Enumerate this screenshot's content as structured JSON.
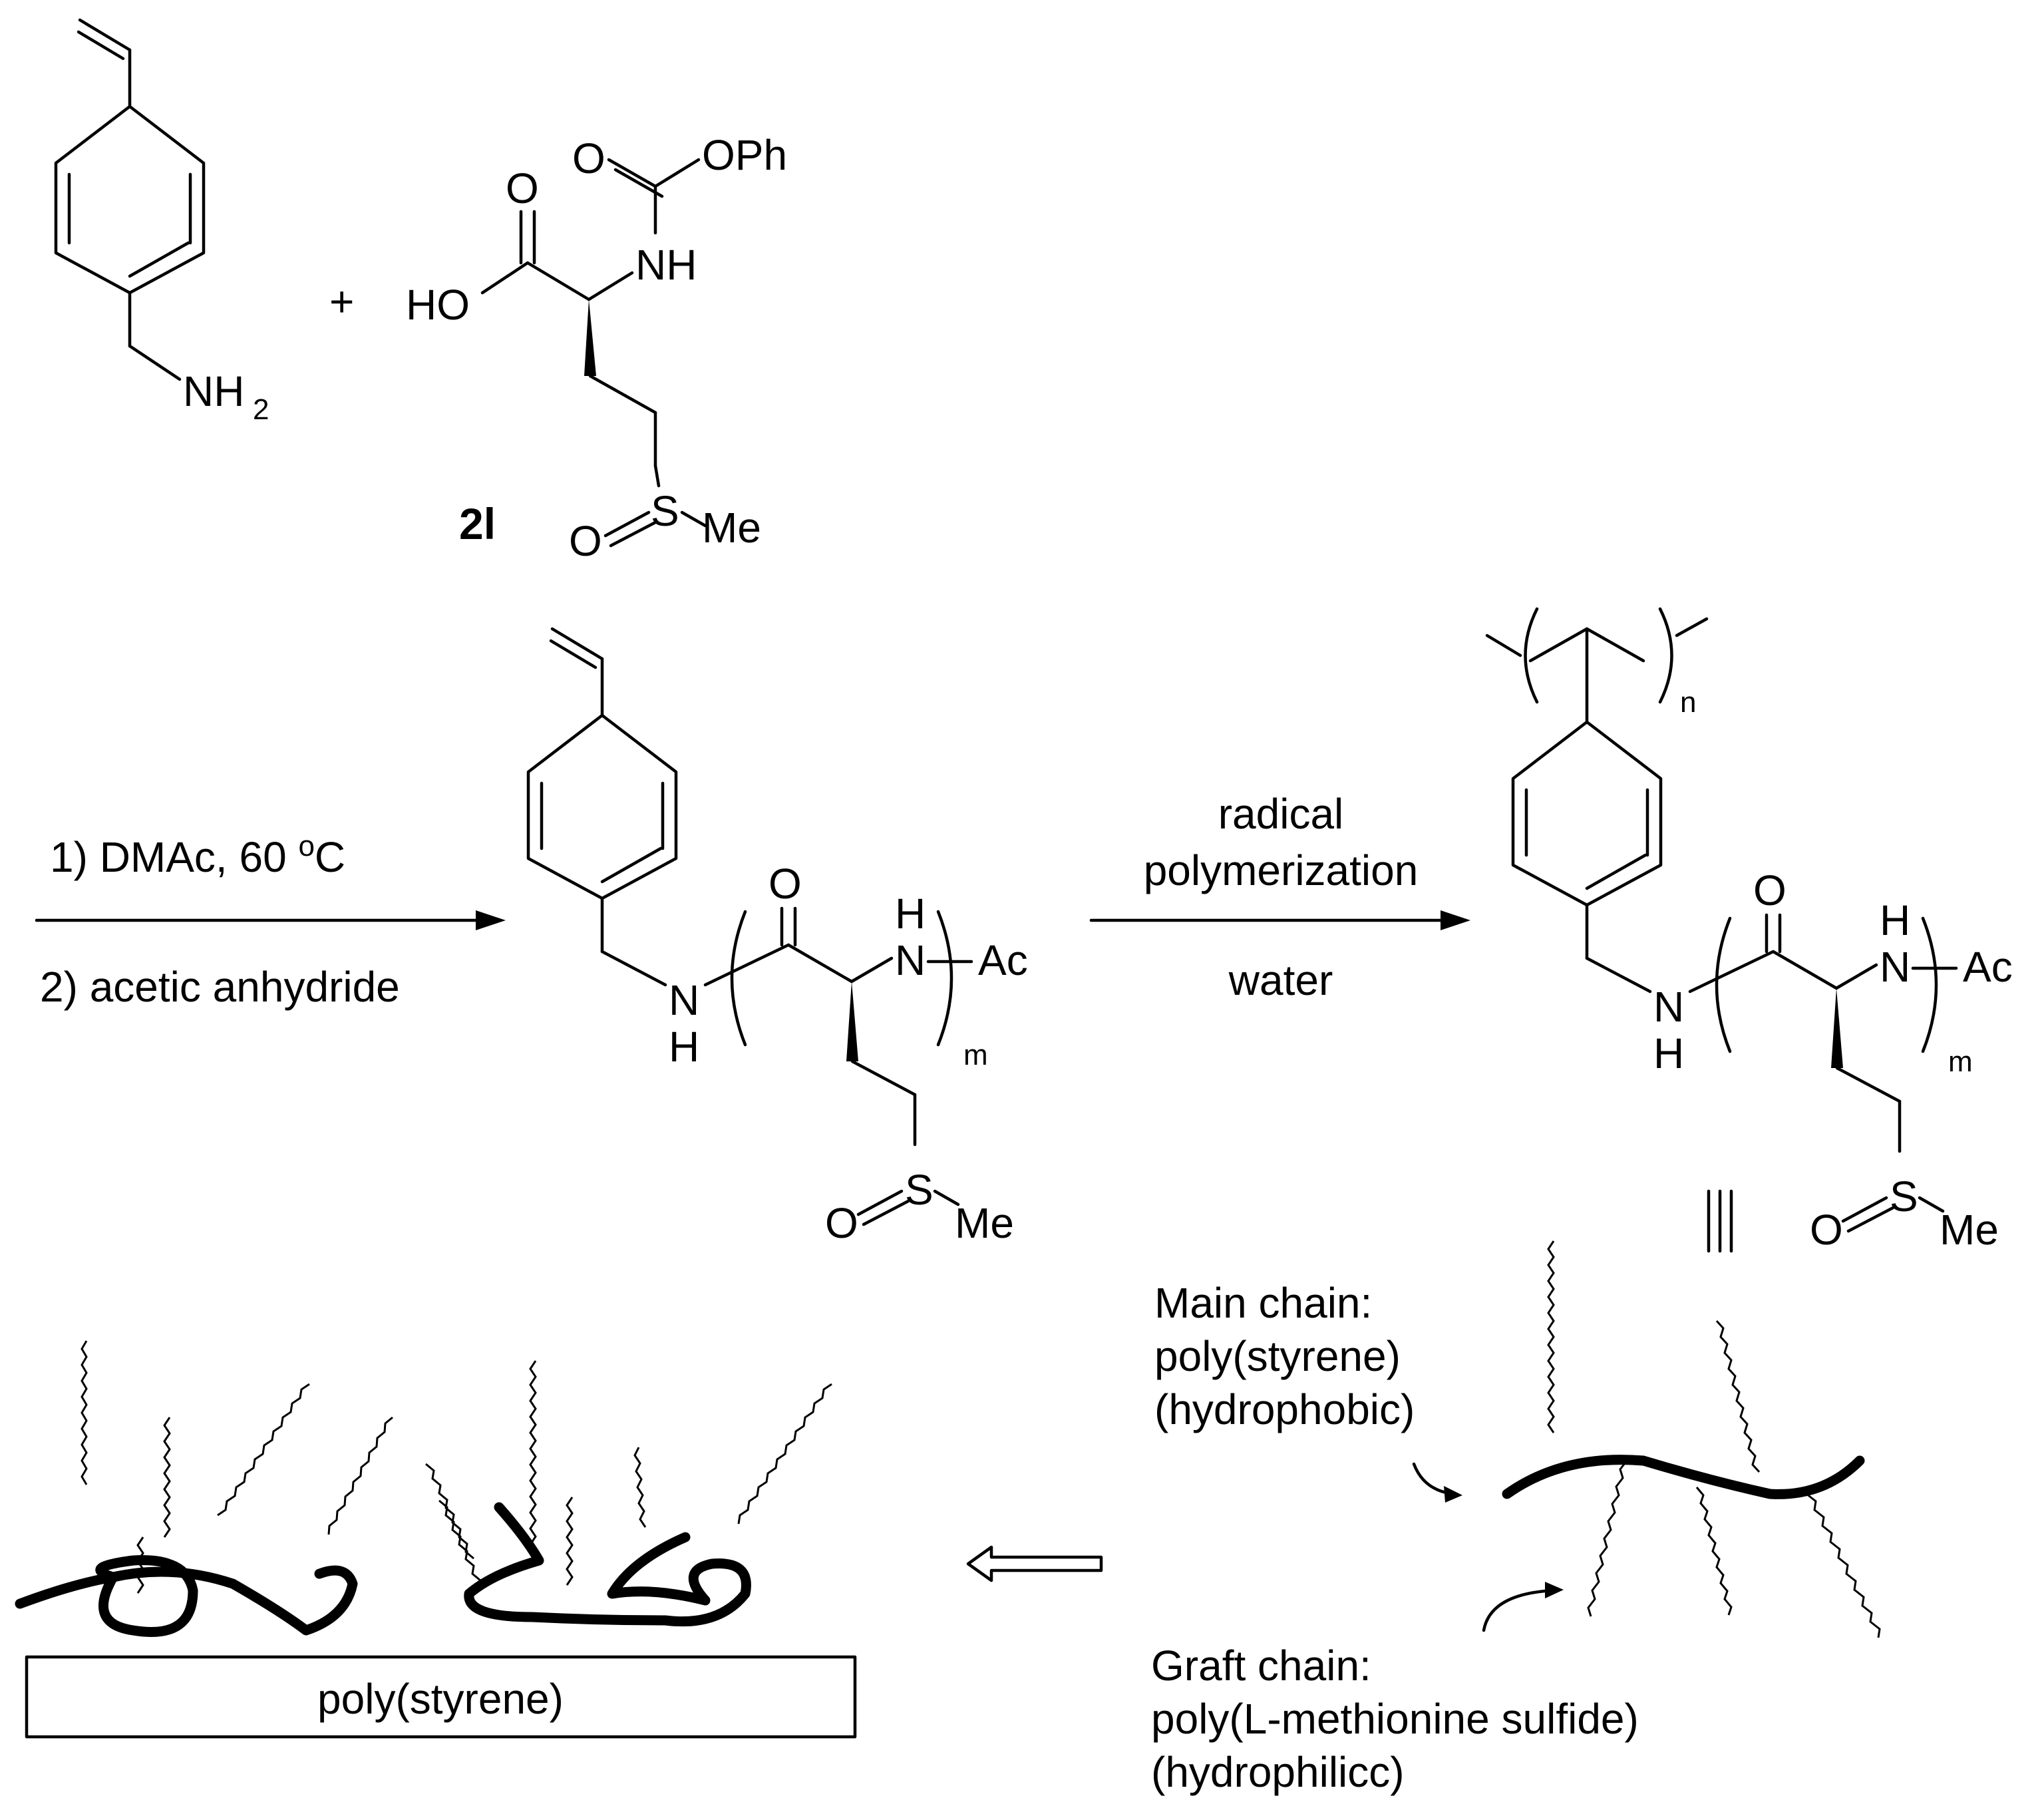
{
  "reagents": {
    "plus": "+",
    "amine": {
      "nh": "NH",
      "sub2": "2"
    },
    "acid": {
      "o_top": "O",
      "o_carb": "O",
      "oph": "OPh",
      "nh": "NH",
      "ho": "HO",
      "o_sulf": "O",
      "s": "S",
      "me": "Me"
    },
    "compound_label": "2l"
  },
  "step1": {
    "cond_top": "1) DMAc, 60 ",
    "cond_top_sup": "o",
    "cond_top_end": "C",
    "cond_bottom": "2) acetic anhydride"
  },
  "step2": {
    "cond_top1": "radical",
    "cond_top2": "polymerization",
    "cond_bottom": "water"
  },
  "macromonomer": {
    "o": "O",
    "h_top": "H",
    "n_right": "N",
    "ac": "Ac",
    "n_left": "N",
    "h_bottom": "H",
    "m": "m",
    "o_sulf": "O",
    "s": "S",
    "me": "Me"
  },
  "polymer": {
    "n": "n",
    "o": "O",
    "h_top": "H",
    "n_right": "N",
    "ac": "Ac",
    "n_left": "N",
    "h_bottom": "H",
    "m": "m",
    "o_sulf": "O",
    "s": "S",
    "me": "Me",
    "equiv": "|||"
  },
  "schematic": {
    "main_chain": [
      "Main chain:",
      "poly(styrene)",
      "(hydrophobic)"
    ],
    "graft_chain": [
      "Graft chain:",
      "poly(L-methionine sulfide)",
      " (hydrophilicc)"
    ],
    "surface_label": "poly(styrene)"
  }
}
